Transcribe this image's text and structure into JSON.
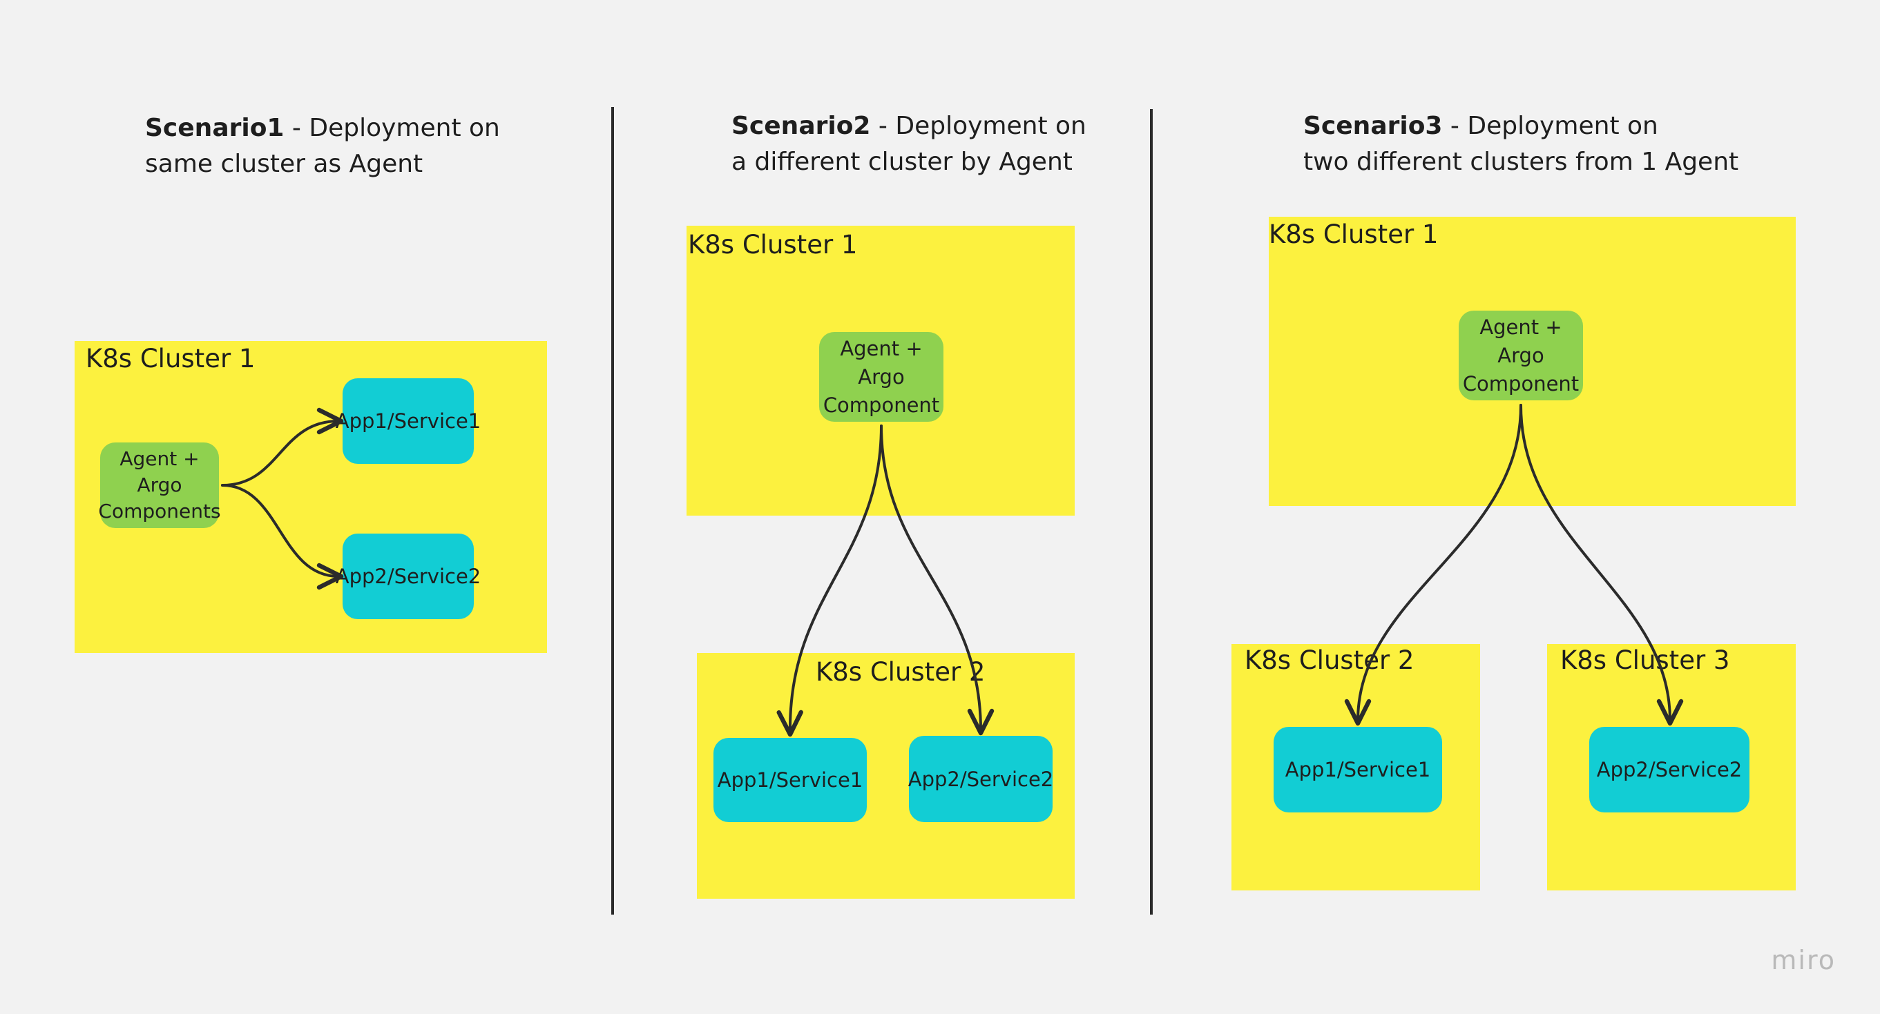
{
  "scenarios": [
    {
      "title_bold": "Scenario1",
      "title_rest": " - Deployment on",
      "title_line2": "same cluster as Agent",
      "clusters": [
        {
          "label": "K8s Cluster 1"
        }
      ],
      "agent": "Agent + Argo\nComponents",
      "apps": [
        "App1/Service1",
        "App2/Service2"
      ]
    },
    {
      "title_bold": "Scenario2",
      "title_rest": " - Deployment on",
      "title_line2": "a different cluster by Agent",
      "clusters": [
        {
          "label": "K8s Cluster 1"
        },
        {
          "label": "K8s Cluster 2"
        }
      ],
      "agent": "Agent +\nArgo\nComponent",
      "apps": [
        "App1/Service1",
        "App2/Service2"
      ]
    },
    {
      "title_bold": "Scenario3",
      "title_rest": " - Deployment on",
      "title_line2": "two different clusters from 1 Agent",
      "clusters": [
        {
          "label": "K8s Cluster 1"
        },
        {
          "label": "K8s Cluster 2"
        },
        {
          "label": "K8s Cluster 3"
        }
      ],
      "agent": "Agent +\nArgo\nComponent",
      "apps": [
        "App1/Service1",
        "App2/Service2"
      ]
    }
  ],
  "watermark": "miro",
  "colors": {
    "background": "#f2f2f2",
    "cluster": "#fcf13f",
    "agent": "#8fd14f",
    "app": "#12cdd4",
    "arrow": "#2b2b2b"
  }
}
